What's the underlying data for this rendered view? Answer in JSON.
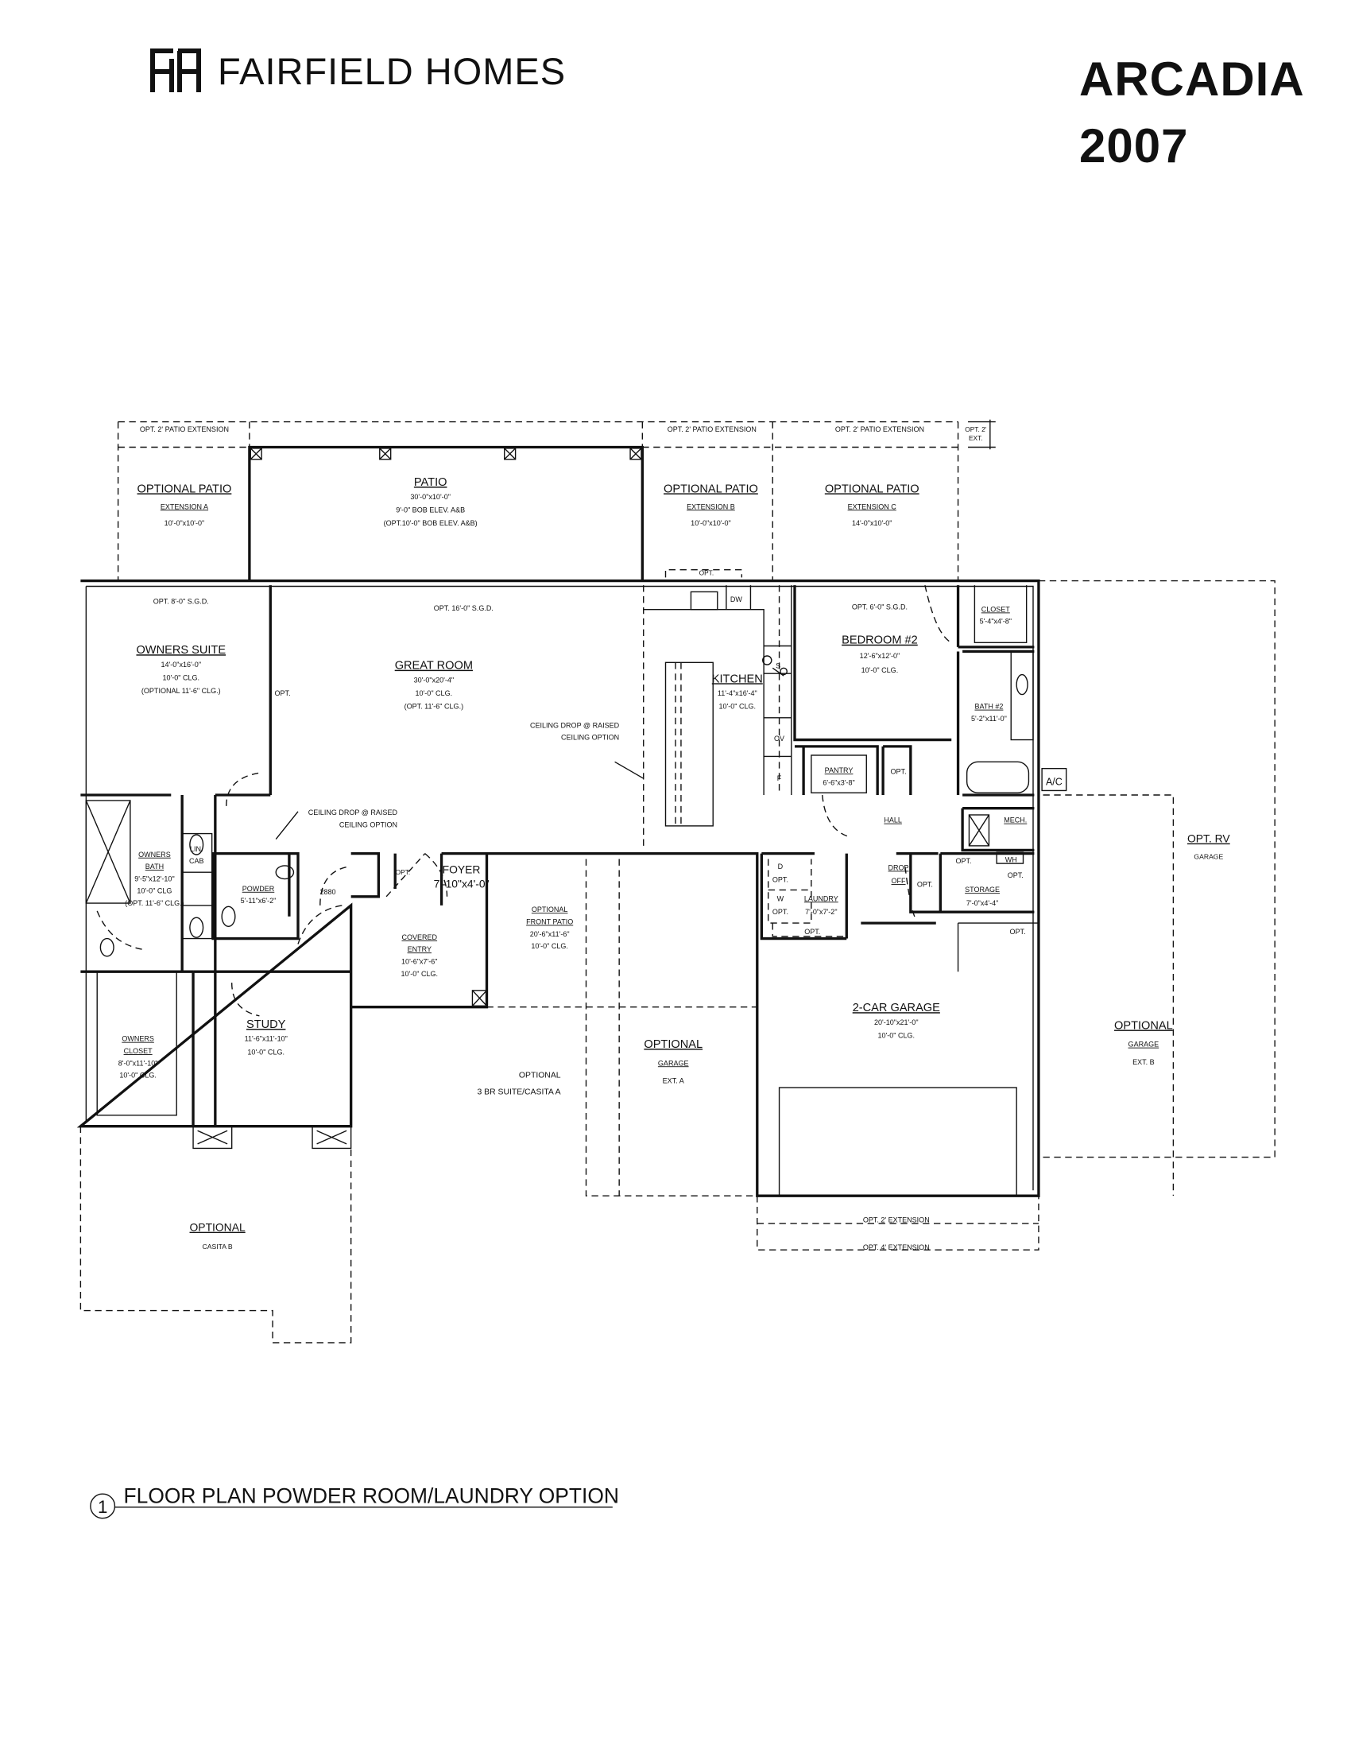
{
  "header": {
    "brand": "FAIRFIELD HOMES",
    "brand_icon": "fh-monogram-icon",
    "plan_name": "ARCADIA",
    "plan_number": "2007"
  },
  "footer": {
    "view_number": "1",
    "view_title": "FLOOR PLAN POWDER ROOM/LAUNDRY OPTION"
  },
  "labels": {
    "patio_ext_2_a": {
      "lines": [
        "OPT. 2' PATIO EXTENSION"
      ]
    },
    "patio_ext_2_b": {
      "lines": [
        "OPT. 2' PATIO EXTENSION"
      ]
    },
    "patio_ext_2_c": {
      "lines": [
        "OPT. 2' PATIO EXTENSION"
      ]
    },
    "opt_2_ext": {
      "lines": [
        "OPT. 2'",
        "EXT."
      ]
    },
    "patio_ext_a": {
      "lines": [
        "OPTIONAL PATIO",
        "EXTENSION A",
        "10'-0\"x10'-0\""
      ]
    },
    "patio": {
      "lines": [
        "PATIO",
        "30'-0\"x10'-0\"",
        "9'-0\" BOB ELEV. A&B",
        "(OPT.10'-0\" BOB ELEV. A&B)"
      ]
    },
    "patio_ext_b": {
      "lines": [
        "OPTIONAL PATIO",
        "EXTENSION B",
        "10'-0\"x10'-0\""
      ]
    },
    "patio_ext_c": {
      "lines": [
        "OPTIONAL PATIO",
        "EXTENSION C",
        "14'-0\"x10'-0\""
      ]
    },
    "kitchen_opt_window": {
      "lines": [
        "OPT."
      ]
    },
    "sgd_owners": {
      "lines": [
        "OPT. 8'-0\" S.G.D."
      ]
    },
    "sgd_great": {
      "lines": [
        "OPT. 16'-0\" S.G.D."
      ]
    },
    "sgd_bed2": {
      "lines": [
        "OPT. 6'-0\" S.G.D."
      ]
    },
    "owners_suite": {
      "lines": [
        "OWNERS SUITE",
        "14'-0\"x16'-0\"",
        "10'-0\" CLG.",
        "(OPTIONAL 11'-6\" CLG.)"
      ]
    },
    "great_room": {
      "lines": [
        "GREAT ROOM",
        "30'-0\"x20'-4\"",
        "10'-0\" CLG.",
        "(OPT. 11'-6\" CLG.)"
      ]
    },
    "fireplace_opt": {
      "lines": [
        "OPT."
      ]
    },
    "ceiling_drop_1": {
      "lines": [
        "CEILING DROP @ RAISED",
        "CEILING OPTION"
      ]
    },
    "ceiling_drop_2": {
      "lines": [
        "CEILING DROP @ RAISED",
        "CEILING OPTION"
      ]
    },
    "kitchen": {
      "lines": [
        "KITCHEN",
        "11'-4\"x16'-4\"",
        "10'-0\" CLG."
      ]
    },
    "dw": {
      "lines": [
        "DW"
      ]
    },
    "stove": {
      "lines": [
        "S"
      ]
    },
    "oven": {
      "lines": [
        "OV"
      ]
    },
    "fridge": {
      "lines": [
        "F"
      ]
    },
    "bedroom2": {
      "lines": [
        "BEDROOM #2",
        "12'-6\"x12'-0\"",
        "10'-0\" CLG."
      ]
    },
    "closet": {
      "lines": [
        "CLOSET",
        "5'-4\"x4'-8\""
      ]
    },
    "bath2": {
      "lines": [
        "BATH #2",
        "5'-2\"x11'-0\""
      ]
    },
    "ac": {
      "lines": [
        "A/C"
      ]
    },
    "pantry": {
      "lines": [
        "PANTRY",
        "6'-6\"x3'-8\""
      ]
    },
    "hall_opt": {
      "lines": [
        "OPT."
      ]
    },
    "hall": {
      "lines": [
        "HALL"
      ]
    },
    "mech": {
      "lines": [
        "MECH."
      ]
    },
    "wh": {
      "lines": [
        "WH"
      ]
    },
    "owners_bath": {
      "lines": [
        "OWNERS",
        "BATH",
        "9'-5\"x12'-10\"",
        "10'-0\" CLG",
        "(OPT. 11'-6\" CLG.)"
      ]
    },
    "lin_cab": {
      "lines": [
        "LIN.",
        "CAB"
      ]
    },
    "powder": {
      "lines": [
        "POWDER",
        "5'-11\"x6'-2\""
      ]
    },
    "door_2880": {
      "lines": [
        "2880"
      ]
    },
    "foyer": {
      "lines": [
        "FOYER",
        "7'-10\"x4'-0\""
      ]
    },
    "foyer_opt": {
      "lines": [
        "OPT."
      ]
    },
    "covered_entry": {
      "lines": [
        "COVERED",
        "ENTRY",
        "10'-6\"x7'-6\"",
        "10'-0\" CLG."
      ]
    },
    "front_patio": {
      "lines": [
        "OPTIONAL",
        "FRONT PATIO",
        "20'-6\"x11'-6\"",
        "10'-0\" CLG."
      ]
    },
    "dryer": {
      "lines": [
        "D",
        "OPT."
      ]
    },
    "washer": {
      "lines": [
        "W",
        "OPT."
      ]
    },
    "laundry": {
      "lines": [
        "LAUNDRY",
        "7'-0\"x7'-2\""
      ]
    },
    "laundry_opt": {
      "lines": [
        "OPT."
      ]
    },
    "drop_off": {
      "lines": [
        "DROP",
        "OFF"
      ]
    },
    "drop_opt": {
      "lines": [
        "OPT."
      ]
    },
    "storage_opt_1": {
      "lines": [
        "OPT."
      ]
    },
    "storage_opt_2": {
      "lines": [
        "OPT."
      ]
    },
    "storage": {
      "lines": [
        "STORAGE",
        "7'-0\"x4'-4\""
      ]
    },
    "storage_opt_3": {
      "lines": [
        "OPT."
      ]
    },
    "garage": {
      "lines": [
        "2-CAR GARAGE",
        "20'-10\"x21'-0\"",
        "10'-0\" CLG."
      ]
    },
    "owners_closet": {
      "lines": [
        "OWNERS",
        "CLOSET",
        "8'-0\"x11'-10\"",
        "10'-0\" CLG."
      ]
    },
    "study": {
      "lines": [
        "STUDY",
        "11'-6\"x11'-10\"",
        "10'-0\" CLG."
      ]
    },
    "garage_ext_a": {
      "lines": [
        "OPTIONAL",
        "GARAGE",
        "EXT. A"
      ]
    },
    "casita_a": {
      "lines": [
        "OPTIONAL",
        "3 BR SUITE/CASITA A"
      ]
    },
    "rv_garage": {
      "lines": [
        "OPT. RV",
        "GARAGE"
      ]
    },
    "garage_ext_b": {
      "lines": [
        "OPTIONAL",
        "GARAGE",
        "EXT. B"
      ]
    },
    "garage_ext_2": {
      "lines": [
        "OPT. 2' EXTENSION"
      ]
    },
    "garage_ext_4": {
      "lines": [
        "OPT. 4' EXTENSION"
      ]
    },
    "casita_b": {
      "lines": [
        "OPTIONAL",
        "CASITA B"
      ]
    }
  }
}
